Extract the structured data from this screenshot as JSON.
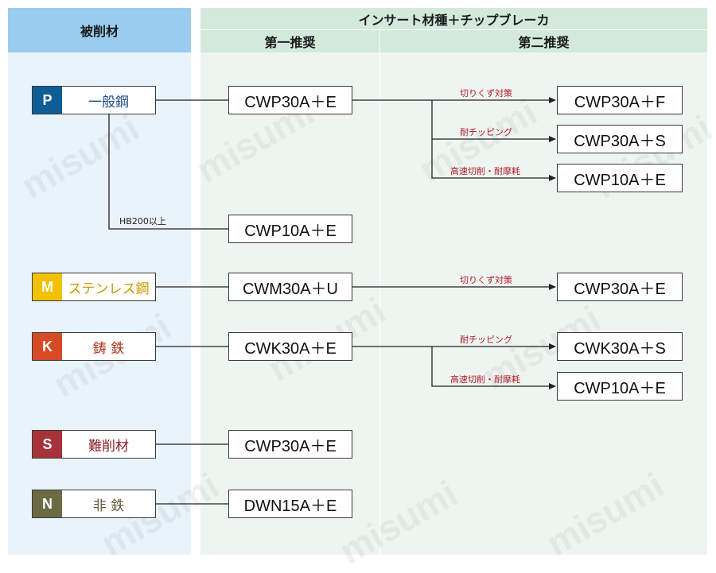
{
  "headers": {
    "material": "被削材",
    "insert_grade": "インサート材種＋チップブレーカ",
    "first": "第一推奨",
    "second": "第二推奨"
  },
  "materials": [
    {
      "code": "P",
      "name": "一般鋼",
      "code_color": "#0e5d95",
      "name_color": "#1f4e8c"
    },
    {
      "code": "M",
      "name": "ステンレス鋼",
      "code_color": "#f2c200",
      "name_color": "#c99a00"
    },
    {
      "code": "K",
      "name": "鋳 鉄",
      "code_color": "#d84a26",
      "name_color": "#b23218"
    },
    {
      "code": "S",
      "name": "難削材",
      "code_color": "#a8323a",
      "name_color": "#8e1f28"
    },
    {
      "code": "N",
      "name": "非 鉄",
      "code_color": "#6c6a42",
      "name_color": "#5b5a35"
    }
  ],
  "first_grades": [
    "CWP30A＋E",
    "CWP10A＋E",
    "CWM30A＋U",
    "CWK30A＋E",
    "CWP30A＋E",
    "DWN15A＋E"
  ],
  "second_grades": [
    "CWP30A＋F",
    "CWP30A＋S",
    "CWP10A＋E",
    "CWP30A＋E",
    "CWK30A＋S",
    "CWP10A＋E"
  ],
  "branch_labels": [
    "切りくず対策",
    "耐チッピング",
    "高速切削・耐摩耗",
    "切りくず対策",
    "耐チッピング",
    "高速切削・耐摩耗"
  ],
  "hb_label": "HB200以上",
  "watermark": "misumi"
}
